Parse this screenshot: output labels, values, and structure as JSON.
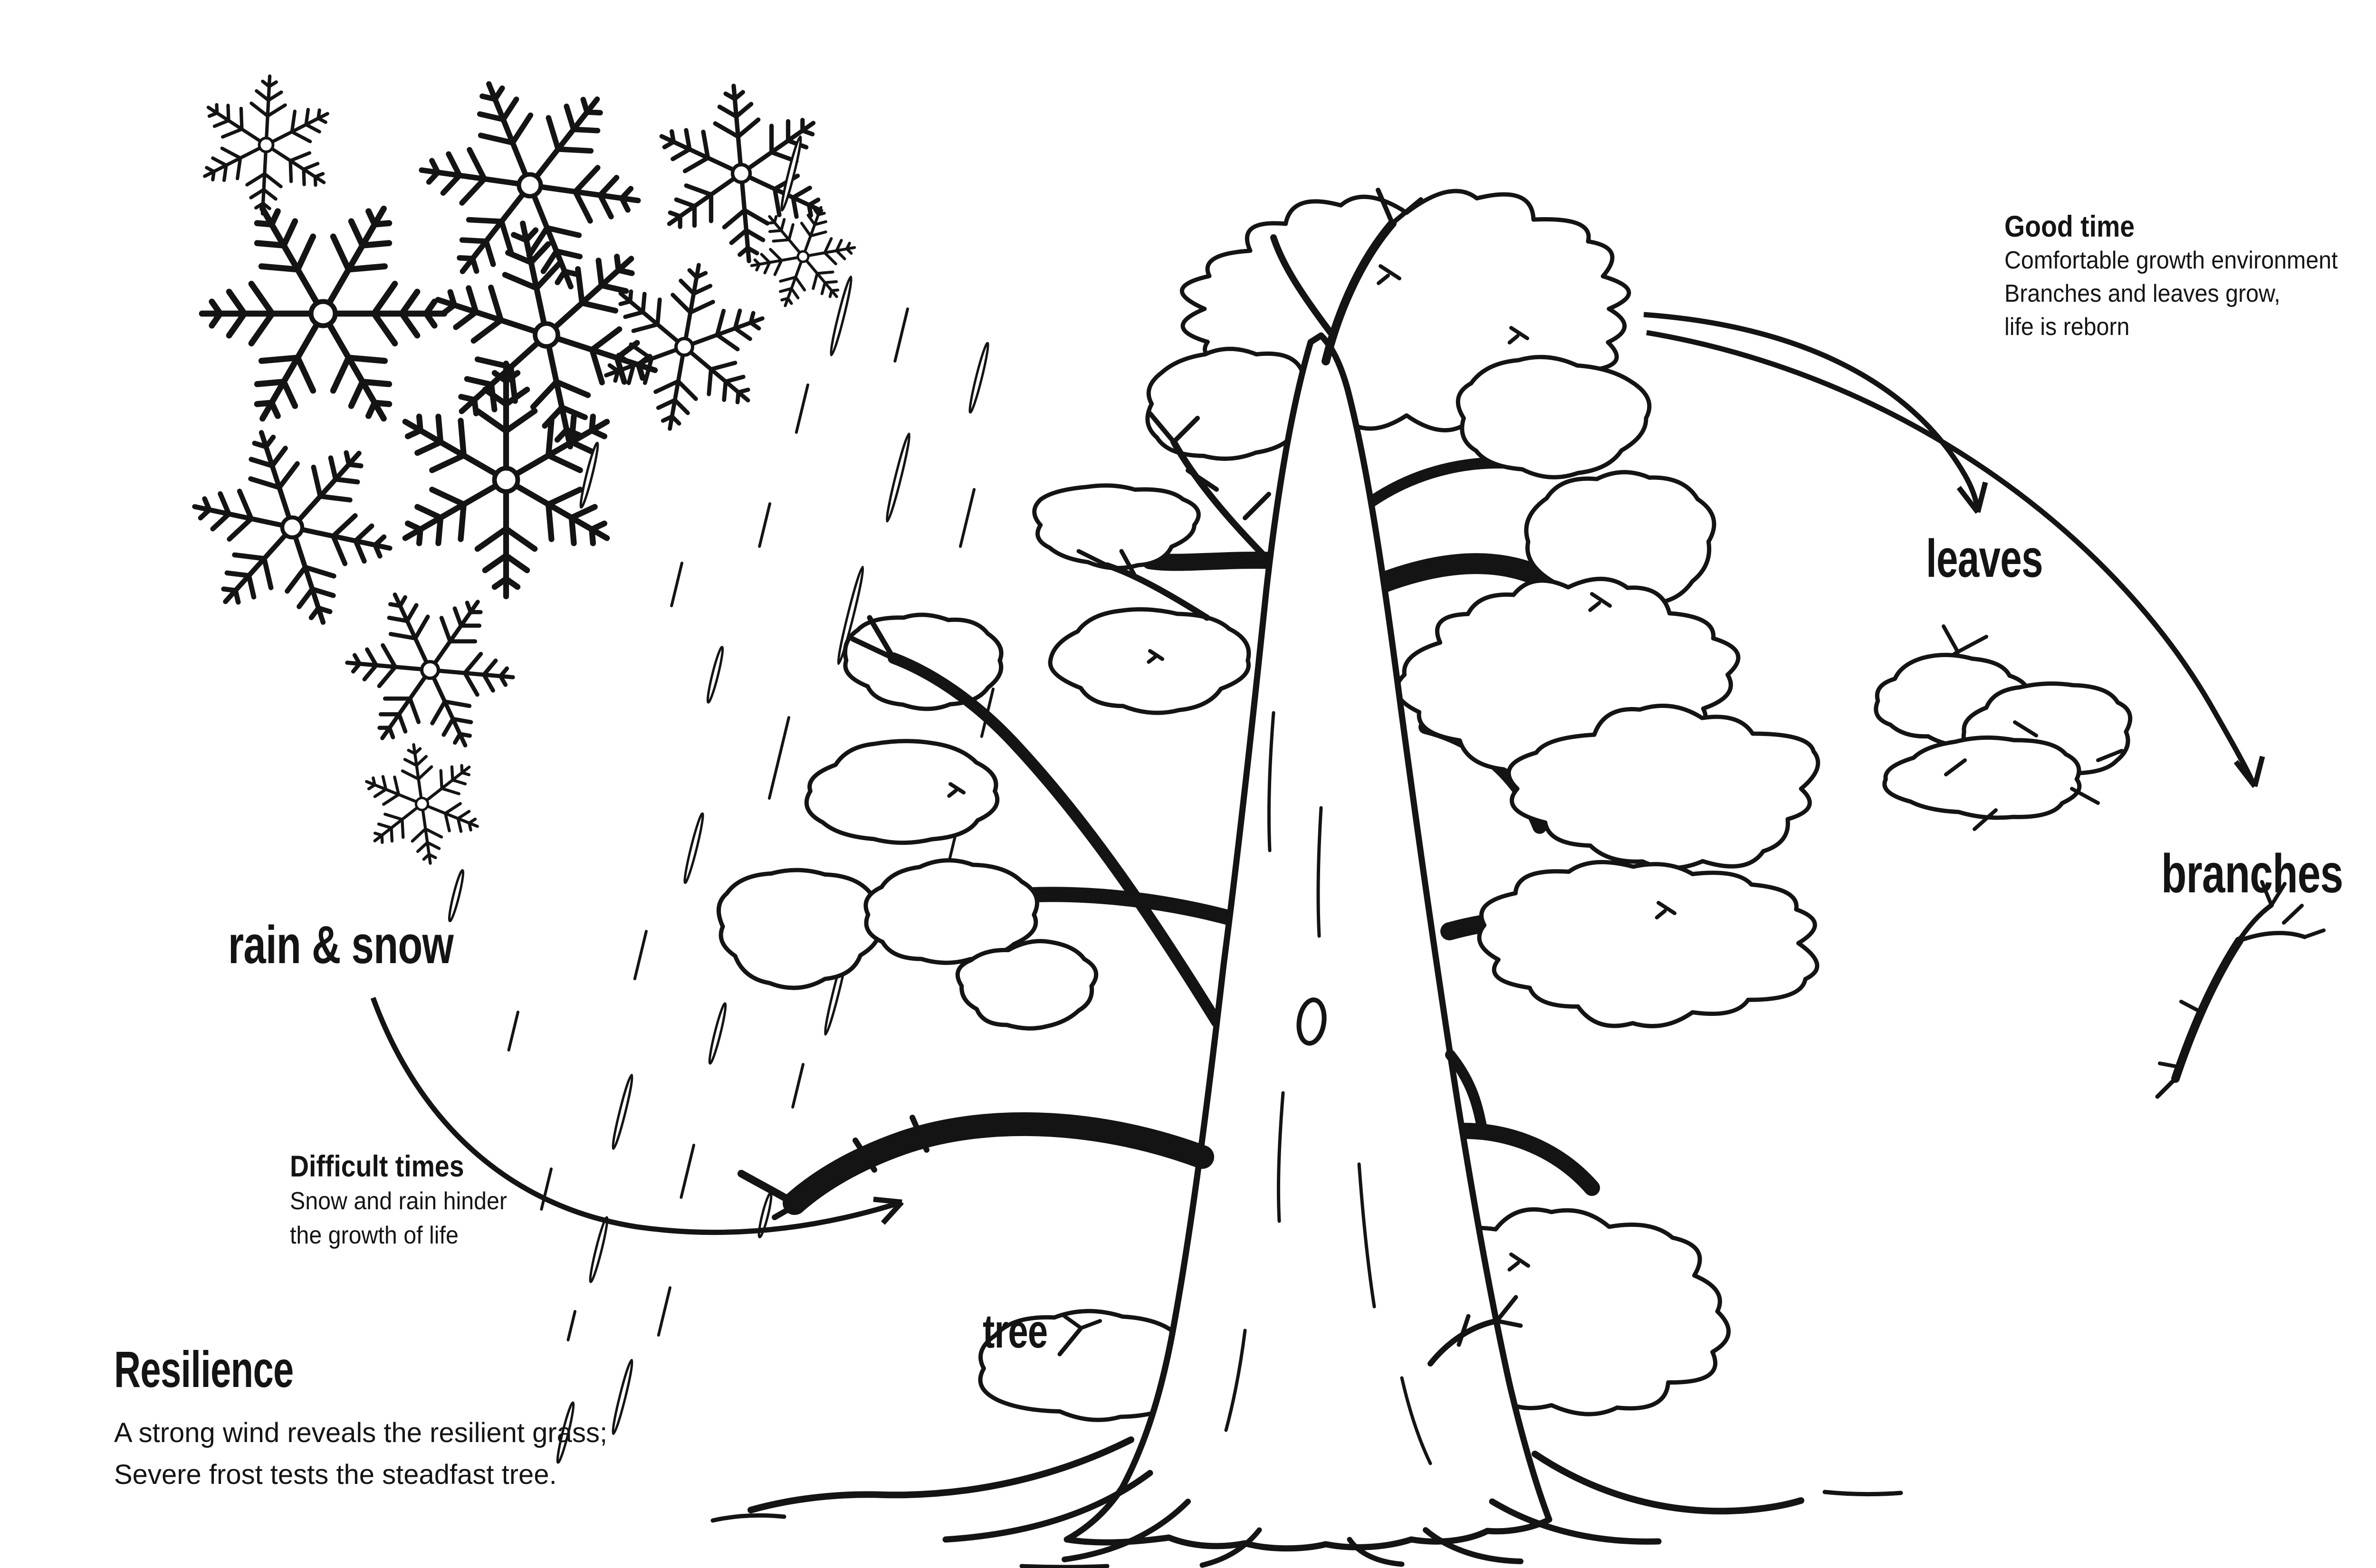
{
  "labels": {
    "rain_snow": "rain & snow",
    "tree": "tree",
    "leaves": "leaves",
    "branches": "branches"
  },
  "good_time": {
    "heading": "Good time",
    "lines": [
      "Comfortable growth environment",
      "Branches and leaves grow,",
      "life is reborn"
    ]
  },
  "difficult_times": {
    "heading": "Difficult times",
    "lines": [
      "Snow and rain hinder",
      "the growth of life"
    ]
  },
  "resilience": {
    "heading": "Resilience",
    "lines": [
      "A strong wind reveals the resilient grass;",
      "Severe frost tests the steadfast tree."
    ]
  },
  "colors": {
    "ink": "#141414",
    "background": "#ffffff"
  },
  "illustrations": {
    "snowflakes": "snowflakes-icon",
    "rain": "rain-streaks-icon",
    "tree": "tree-illustration",
    "leaves_cluster": "leaves-cluster-illustration",
    "bare_branch": "bare-branch-illustration",
    "arrows": [
      "good-time-to-leaves-arrow",
      "good-time-to-branches-arrow",
      "rain-snow-to-tree-arrow"
    ]
  }
}
